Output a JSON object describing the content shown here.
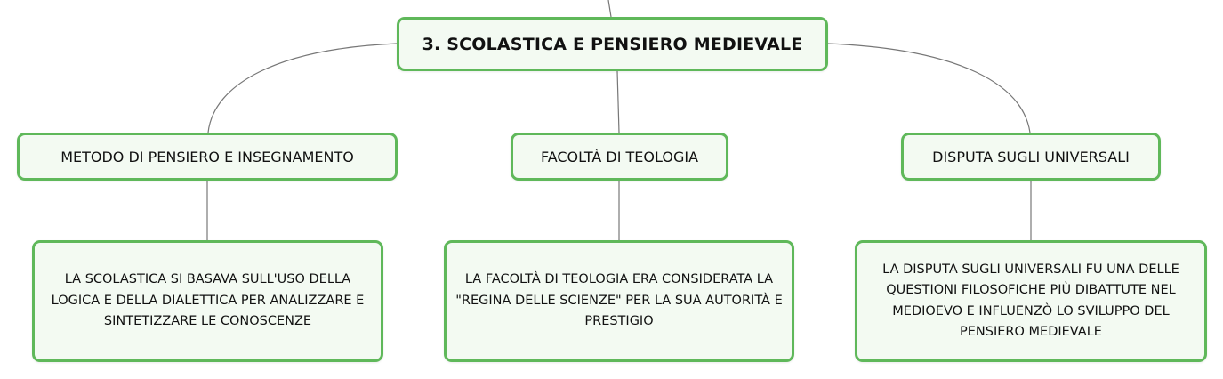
{
  "mindmap": {
    "root": {
      "label": "3. SCOLASTICA E PENSIERO MEDIEVALE"
    },
    "branches": [
      {
        "label": "METODO DI PENSIERO E INSEGNAMENTO",
        "detail": "LA SCOLASTICA SI BASAVA SULL'USO DELLA LOGICA E DELLA DIALETTICA PER ANALIZZARE E SINTETIZZARE LE CONOSCENZE"
      },
      {
        "label": "FACOLTÀ DI TEOLOGIA",
        "detail": "LA FACOLTÀ DI TEOLOGIA ERA CONSIDERATA LA \"REGINA DELLE SCIENZE\" PER LA SUA AUTORITÀ E PRESTIGIO"
      },
      {
        "label": "DISPUTA SUGLI UNIVERSALI",
        "detail": "LA DISPUTA SUGLI UNIVERSALI FU UNA DELLE QUESTIONI FILOSOFICHE PIÙ DIBATTUTE NEL MEDIOEVO E INFLUENZÒ LO SVILUPPO DEL PENSIERO MEDIEVALE"
      }
    ]
  },
  "colors": {
    "node_border": "#5fb85a",
    "node_fill": "#f3faf2",
    "connector": "#777777"
  }
}
